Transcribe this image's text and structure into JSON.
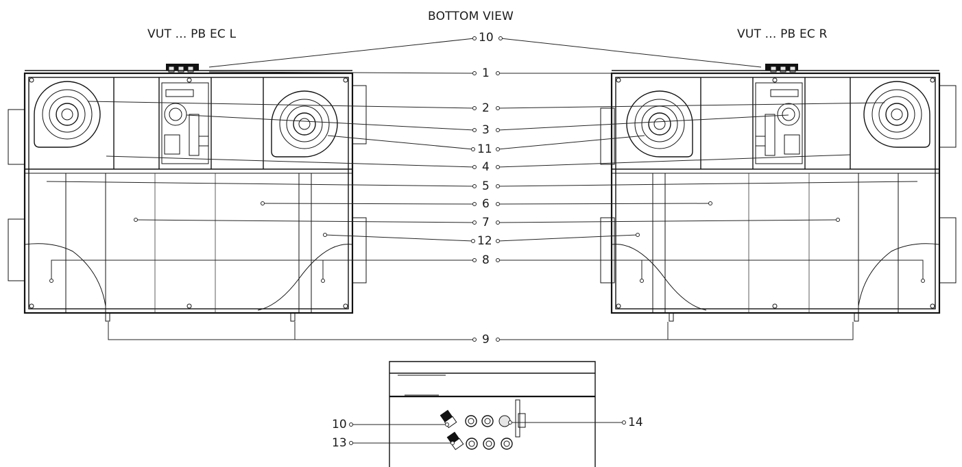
{
  "titles": {
    "main": "BOTTOM VIEW",
    "left_unit": "VUT ... PB EC L",
    "right_unit": "VUT ... PB EC R"
  },
  "callouts": {
    "c1": "1",
    "c2": "2",
    "c3": "3",
    "c4": "4",
    "c5": "5",
    "c6": "6",
    "c7": "7",
    "c8": "8",
    "c9": "9",
    "c10": "10",
    "c11": "11",
    "c12": "12"
  },
  "detail_callouts": {
    "c10": "10",
    "c13": "13",
    "c14": "14"
  }
}
